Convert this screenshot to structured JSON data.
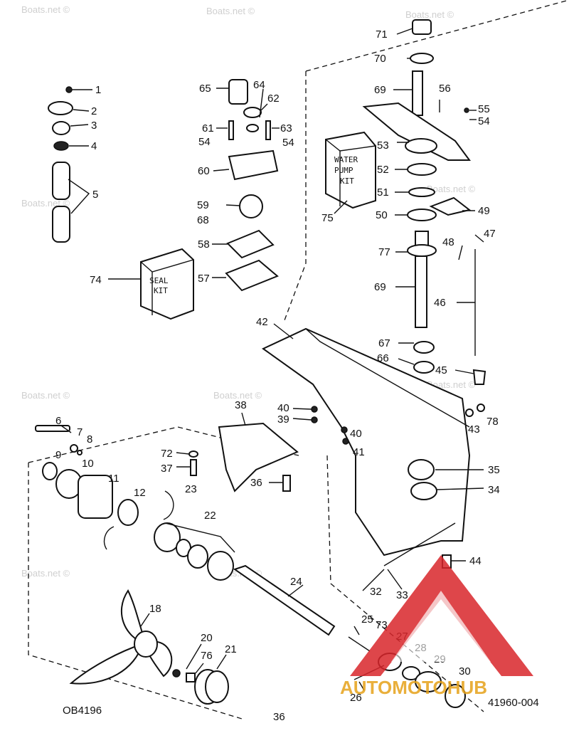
{
  "watermark": "Boats.net ©",
  "seal_kit": {
    "line1": "SEAL",
    "line2": "KIT"
  },
  "water_pump_kit": {
    "line1": "WATER",
    "line2": "PUMP",
    "line3": "KIT"
  },
  "codes": {
    "left": "OB4196",
    "page": "36",
    "right": "41960-004"
  },
  "logo": {
    "text": "AUTOMOTOHUB",
    "accent": "#d9262b"
  },
  "labels": [
    "1",
    "2",
    "3",
    "4",
    "5",
    "6",
    "7",
    "8",
    "9",
    "10",
    "11",
    "12",
    "18",
    "20",
    "21",
    "22",
    "23",
    "24",
    "25",
    "26",
    "27",
    "28",
    "29",
    "30",
    "32",
    "33",
    "34",
    "35",
    "36",
    "37",
    "38",
    "39",
    "40",
    "40",
    "41",
    "42",
    "43",
    "44",
    "45",
    "46",
    "47",
    "48",
    "49",
    "50",
    "51",
    "52",
    "53",
    "54",
    "54",
    "54",
    "55",
    "56",
    "57",
    "58",
    "59",
    "60",
    "61",
    "62",
    "63",
    "64",
    "65",
    "67",
    "66",
    "68",
    "69",
    "69",
    "70",
    "71",
    "72",
    "73",
    "74",
    "75",
    "76",
    "77",
    "78"
  ]
}
